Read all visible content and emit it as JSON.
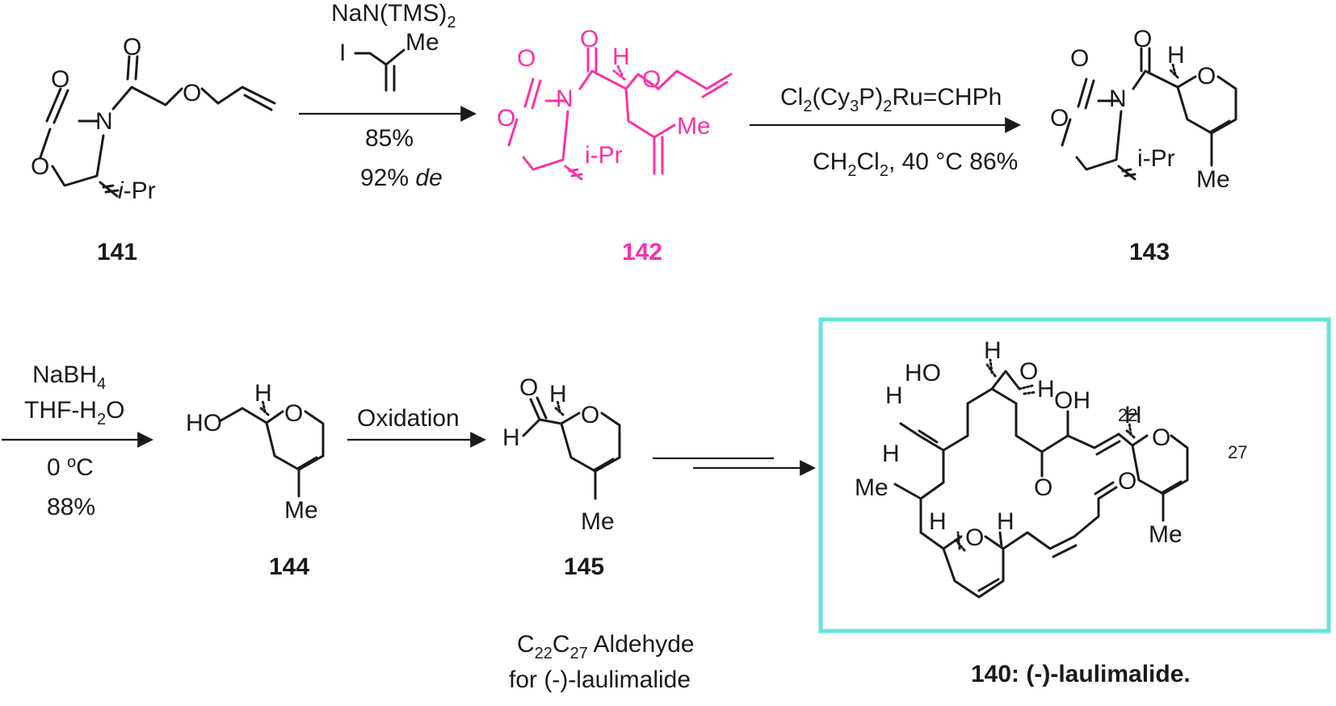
{
  "compounds": {
    "c141": "141",
    "c142": "142",
    "c143": "143",
    "c144": "144",
    "c145": "145",
    "c140": "140: (-)-laulimalide."
  },
  "reagents": {
    "step1_base": "NaN(TMS)",
    "step1_base_sub": "2",
    "step1_alkyl_me": "Me",
    "step1_alkyl_i": "I",
    "step1_yield": "85%",
    "step1_de_value": "92%",
    "step1_de_label": "de",
    "step2_catalyst_a": "Cl",
    "step2_catalyst_sub1": "2",
    "step2_catalyst_b": "(Cy",
    "step2_catalyst_sub2": "3",
    "step2_catalyst_c": "P)",
    "step2_catalyst_sub3": "2",
    "step2_catalyst_d": "Ru=CHPh",
    "step2_solvent_a": "CH",
    "step2_solvent_sub1": "2",
    "step2_solvent_b": "Cl",
    "step2_solvent_sub2": "2",
    "step2_solvent_c": ", 40 °C 86%",
    "step3_reducer": "NaBH",
    "step3_reducer_sub": "4",
    "step3_solvent_a": "THF-H",
    "step3_solvent_sub": "2",
    "step3_solvent_b": "O",
    "step3_temp_a": "0 ",
    "step3_temp_sup": "o",
    "step3_temp_b": "C",
    "step3_yield": "88%",
    "step4_label": "Oxidation"
  },
  "caption": {
    "line1_a": "C",
    "line1_sub1": "22",
    "line1_b": "C",
    "line1_sub2": "27",
    "line1_c": " Aldehyde",
    "line2": "for (-)-laulimalide"
  },
  "atoms": {
    "O": "O",
    "N": "N",
    "H": "H",
    "HO": "HO",
    "OH": "OH",
    "Me": "Me",
    "iPr_i": "i",
    "iPr_rest": "-Pr",
    "iPr_plain": "i-Pr",
    "n22": "22",
    "n27": "27"
  },
  "colors": {
    "highlight": "#ff2fa6",
    "frame": "#62e5dc",
    "ink": "#1a1a1a"
  }
}
